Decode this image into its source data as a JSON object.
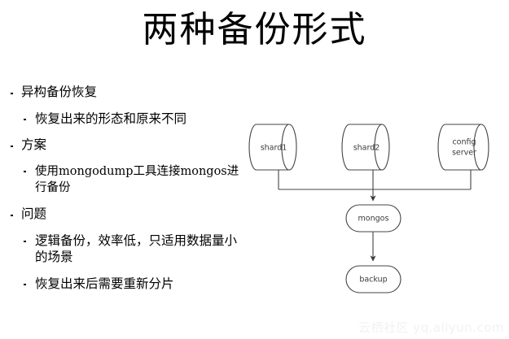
{
  "slide": {
    "title": "两种备份形式",
    "background_color": "#ffffff",
    "text_color": "#000000"
  },
  "bullets": [
    {
      "level": 1,
      "text": "异构备份恢复"
    },
    {
      "level": 2,
      "text": "恢复出来的形态和原来不同"
    },
    {
      "level": 1,
      "text": "方案"
    },
    {
      "level": 2,
      "text": "使用mongodump工具连接mongos进行备份"
    },
    {
      "level": 1,
      "text": "问题"
    },
    {
      "level": 2,
      "text": "逻辑备份，效率低，只适用数据量小的场景"
    },
    {
      "level": 2,
      "text": "恢复出来后需要重新分片"
    }
  ],
  "diagram": {
    "type": "flow",
    "stroke_color": "#444444",
    "label_color": "#3a3a3a",
    "nodes": [
      {
        "id": "shard1",
        "shape": "cylinder",
        "label": "shard1"
      },
      {
        "id": "shard2",
        "shape": "cylinder",
        "label": "shard2"
      },
      {
        "id": "config",
        "shape": "cylinder",
        "label_line1": "config",
        "label_line2": "server"
      },
      {
        "id": "mongos",
        "shape": "rounded-rect",
        "label": "mongos"
      },
      {
        "id": "backup",
        "shape": "rounded-rect",
        "label": "backup"
      }
    ],
    "edges": [
      {
        "from": "shard1",
        "to": "mongos",
        "style": "bus"
      },
      {
        "from": "shard2",
        "to": "mongos",
        "style": "arrow"
      },
      {
        "from": "config",
        "to": "mongos",
        "style": "bus"
      },
      {
        "from": "mongos",
        "to": "backup",
        "style": "arrow"
      }
    ]
  },
  "watermark": {
    "cn": "云栖社区",
    "url": "yq.aliyun.com",
    "color": "#f2f2f2"
  }
}
